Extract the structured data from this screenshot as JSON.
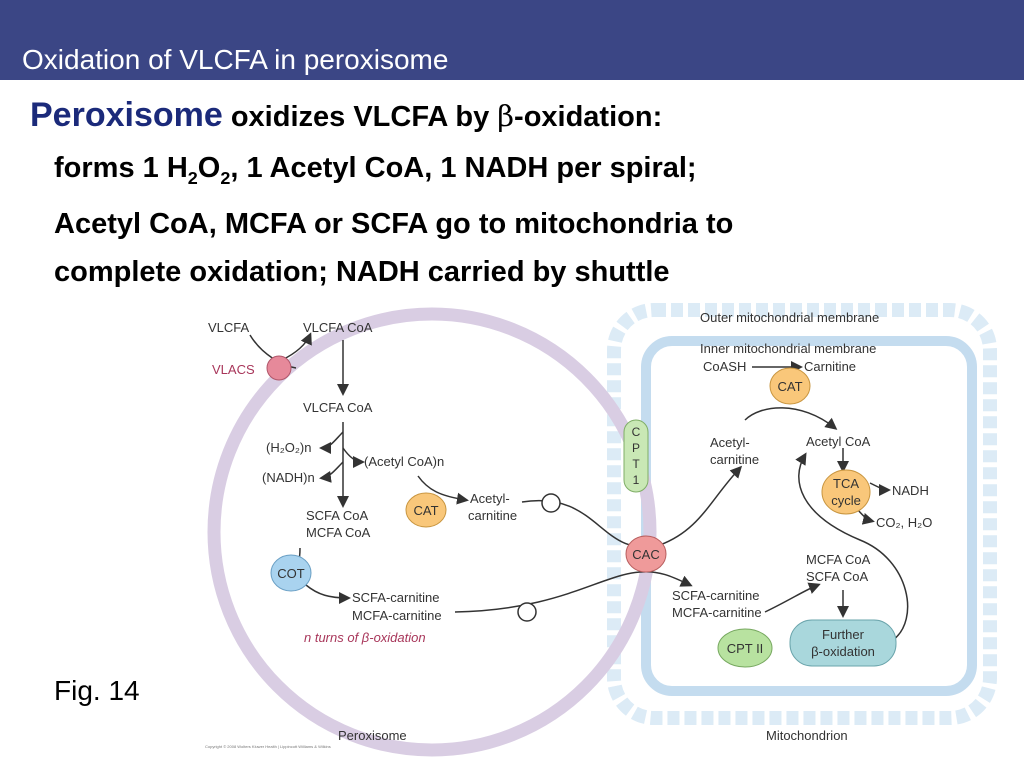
{
  "slide": {
    "title": "Oxidation of VLCFA in peroxisome",
    "keyword": "Peroxisome",
    "line1_rest": "oxidizes VLCFA by ",
    "line1_beta": "β",
    "line1_end": "-oxidation:",
    "line2_a": "forms 1 H",
    "line2_sub1": "2",
    "line2_b": "O",
    "line2_sub2": "2",
    "line2_c": ", 1 Acetyl CoA, 1 NADH per spiral;",
    "line3": "Acetyl CoA, MCFA or SCFA go to mitochondria to",
    "line4": "complete oxidation; NADH carried by shuttle",
    "fig_label": "Fig. 14",
    "copyright": "Copyright © 2008 Wolters Kluwer Health | Lippincott Williams & Wilkins"
  },
  "diagram": {
    "vlcfa": "VLCFA",
    "vlcfa_coa_top": "VLCFA CoA",
    "vlacs": "VLACS",
    "vlcfa_coa": "VLCFA CoA",
    "h2o2_n": "(H₂O₂)n",
    "nadh_n": "(NADH)n",
    "acetyl_coa_n": "(Acetyl CoA)n",
    "scfa_coa": "SCFA CoA",
    "mcfa_coa": "MCFA CoA",
    "cat_perox": "CAT",
    "acetyl_carnitine_1": "Acetyl-",
    "acetyl_carnitine_2": "carnitine",
    "cot": "COT",
    "scfa_carnitine": "SCFA-carnitine",
    "mcfa_carnitine": "MCFA-carnitine",
    "n_turns": "n turns of β-oxidation",
    "peroxisome_label": "Peroxisome",
    "outer_membrane": "Outer mitochondrial membrane",
    "inner_membrane": "Inner mitochondrial membrane",
    "coash": "CoASH",
    "carnitine": "Carnitine",
    "cat_mito": "CAT",
    "cpt1": [
      "C",
      "P",
      "T",
      "1"
    ],
    "acetyl_carnitine_m1": "Acetyl-",
    "acetyl_carnitine_m2": "carnitine",
    "acetyl_coa": "Acetyl CoA",
    "tca_1": "TCA",
    "tca_2": "cycle",
    "nadh": "NADH",
    "co2_h2o": "CO₂, H₂O",
    "cac": "CAC",
    "mcfa_coa_m": "MCFA CoA",
    "scfa_coa_m": "SCFA CoA",
    "scfa_carnitine_m": "SCFA-carnitine",
    "mcfa_carnitine_m": "MCFA-carnitine",
    "cpt2": "CPT II",
    "further_1": "Further",
    "further_2": "β-oxidation",
    "mitochondrion_label": "Mitochondrion"
  },
  "colors": {
    "header": "#3b4685",
    "keyword": "#1b2a7a",
    "peroxisome_ring": "#d9cde3",
    "mito_outer": "#dcebf6",
    "mito_inner": "#c4dcef",
    "cat_node": "#f9c77a",
    "cot_node": "#a9d3ef",
    "vlacs_node": "#e6899a",
    "cac_node": "#ef9a9a",
    "cpt2_node": "#b8e2a0",
    "tca_node": "#f9c77a",
    "further_node": "#a9d7dc",
    "cpt1_node": "#c9e8b5"
  }
}
